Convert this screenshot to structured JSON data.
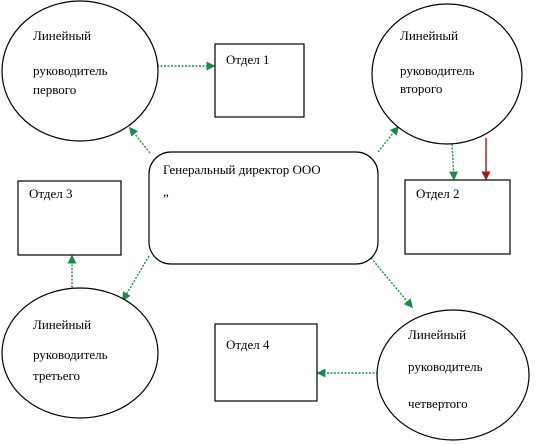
{
  "nodes": {
    "manager_first": {
      "line1": "Линейный",
      "line2": "руководитель",
      "line3": "первого"
    },
    "manager_second": {
      "line1": "Линейный",
      "line2": "руководитель",
      "line3": "второго"
    },
    "manager_third": {
      "line1": "Линейный",
      "line2": "руководитель",
      "line3": "третьего"
    },
    "manager_fourth": {
      "line1": "Линейный",
      "line2": "руководитель",
      "line3": "четвертого"
    },
    "director": {
      "title": "Генеральный директор ООО",
      "suffix": "”"
    },
    "dept1": {
      "label": "Отдел 1"
    },
    "dept2": {
      "label": "Отдел 2"
    },
    "dept3": {
      "label": "Отдел 3"
    },
    "dept4": {
      "label": "Отдел 4"
    }
  },
  "colors": {
    "connector": "#1f8a4c",
    "connector_alt": "#9b1c1c",
    "outline": "#000000"
  }
}
